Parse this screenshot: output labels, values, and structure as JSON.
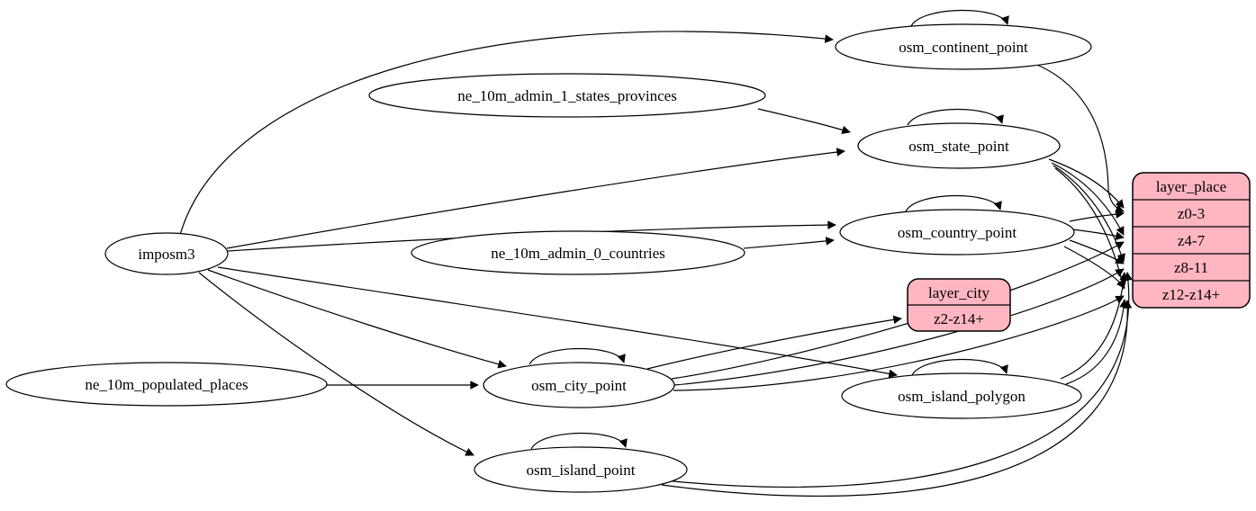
{
  "graph": {
    "nodes": {
      "imposm3": {
        "label": "imposm3",
        "type": "source-ellipse"
      },
      "ne_10m_admin_1_states_provinces": {
        "label": "ne_10m_admin_1_states_provinces",
        "type": "source-ellipse"
      },
      "ne_10m_admin_0_countries": {
        "label": "ne_10m_admin_0_countries",
        "type": "source-ellipse"
      },
      "ne_10m_populated_places": {
        "label": "ne_10m_populated_places",
        "type": "source-ellipse"
      },
      "osm_continent_point": {
        "label": "osm_continent_point",
        "type": "table-ellipse"
      },
      "osm_state_point": {
        "label": "osm_state_point",
        "type": "table-ellipse"
      },
      "osm_country_point": {
        "label": "osm_country_point",
        "type": "table-ellipse"
      },
      "osm_city_point": {
        "label": "osm_city_point",
        "type": "table-ellipse"
      },
      "osm_island_polygon": {
        "label": "osm_island_polygon",
        "type": "table-ellipse"
      },
      "osm_island_point": {
        "label": "osm_island_point",
        "type": "table-ellipse"
      },
      "layer_place": {
        "label": "layer_place",
        "type": "record",
        "rows": {
          "z0_3": "z0-3",
          "z4_7": "z4-7",
          "z8_11": "z8-11",
          "z12_14": "z12-z14+"
        }
      },
      "layer_city": {
        "label": "layer_city",
        "type": "record",
        "rows": {
          "z2_14": "z2-z14+"
        }
      }
    },
    "edges": [
      {
        "from": "imposm3",
        "to": "osm_continent_point"
      },
      {
        "from": "imposm3",
        "to": "osm_state_point"
      },
      {
        "from": "imposm3",
        "to": "osm_country_point"
      },
      {
        "from": "imposm3",
        "to": "osm_city_point"
      },
      {
        "from": "imposm3",
        "to": "osm_island_polygon"
      },
      {
        "from": "imposm3",
        "to": "osm_island_point"
      },
      {
        "from": "ne_10m_admin_1_states_provinces",
        "to": "osm_state_point"
      },
      {
        "from": "ne_10m_admin_0_countries",
        "to": "osm_country_point"
      },
      {
        "from": "ne_10m_populated_places",
        "to": "osm_city_point"
      },
      {
        "from": "osm_continent_point",
        "to": "osm_continent_point"
      },
      {
        "from": "osm_state_point",
        "to": "osm_state_point"
      },
      {
        "from": "osm_country_point",
        "to": "osm_country_point"
      },
      {
        "from": "osm_city_point",
        "to": "osm_city_point"
      },
      {
        "from": "osm_island_polygon",
        "to": "osm_island_polygon"
      },
      {
        "from": "osm_island_point",
        "to": "osm_island_point"
      },
      {
        "from": "osm_continent_point",
        "to": "layer_place:z0-3"
      },
      {
        "from": "osm_country_point",
        "to": "layer_place:z0-3"
      },
      {
        "from": "osm_state_point",
        "to": "layer_place:z0-3"
      },
      {
        "from": "osm_country_point",
        "to": "layer_place:z4-7"
      },
      {
        "from": "osm_state_point",
        "to": "layer_place:z4-7"
      },
      {
        "from": "osm_city_point",
        "to": "layer_place:z4-7"
      },
      {
        "from": "osm_country_point",
        "to": "layer_place:z8-11"
      },
      {
        "from": "osm_state_point",
        "to": "layer_place:z8-11"
      },
      {
        "from": "osm_city_point",
        "to": "layer_place:z8-11"
      },
      {
        "from": "osm_island_polygon",
        "to": "layer_place:z8-11"
      },
      {
        "from": "osm_island_point",
        "to": "layer_place:z8-11"
      },
      {
        "from": "osm_country_point",
        "to": "layer_place:z12-z14+"
      },
      {
        "from": "osm_state_point",
        "to": "layer_place:z12-z14+"
      },
      {
        "from": "osm_city_point",
        "to": "layer_place:z12-z14+"
      },
      {
        "from": "osm_island_polygon",
        "to": "layer_place:z12-z14+"
      },
      {
        "from": "osm_island_point",
        "to": "layer_place:z12-z14+"
      },
      {
        "from": "osm_city_point",
        "to": "layer_city:z2-z14+"
      }
    ],
    "colors": {
      "record_fill": "#ffb6c1",
      "node_stroke": "#000000",
      "edge_color": "#000000",
      "background": "#ffffff"
    }
  }
}
